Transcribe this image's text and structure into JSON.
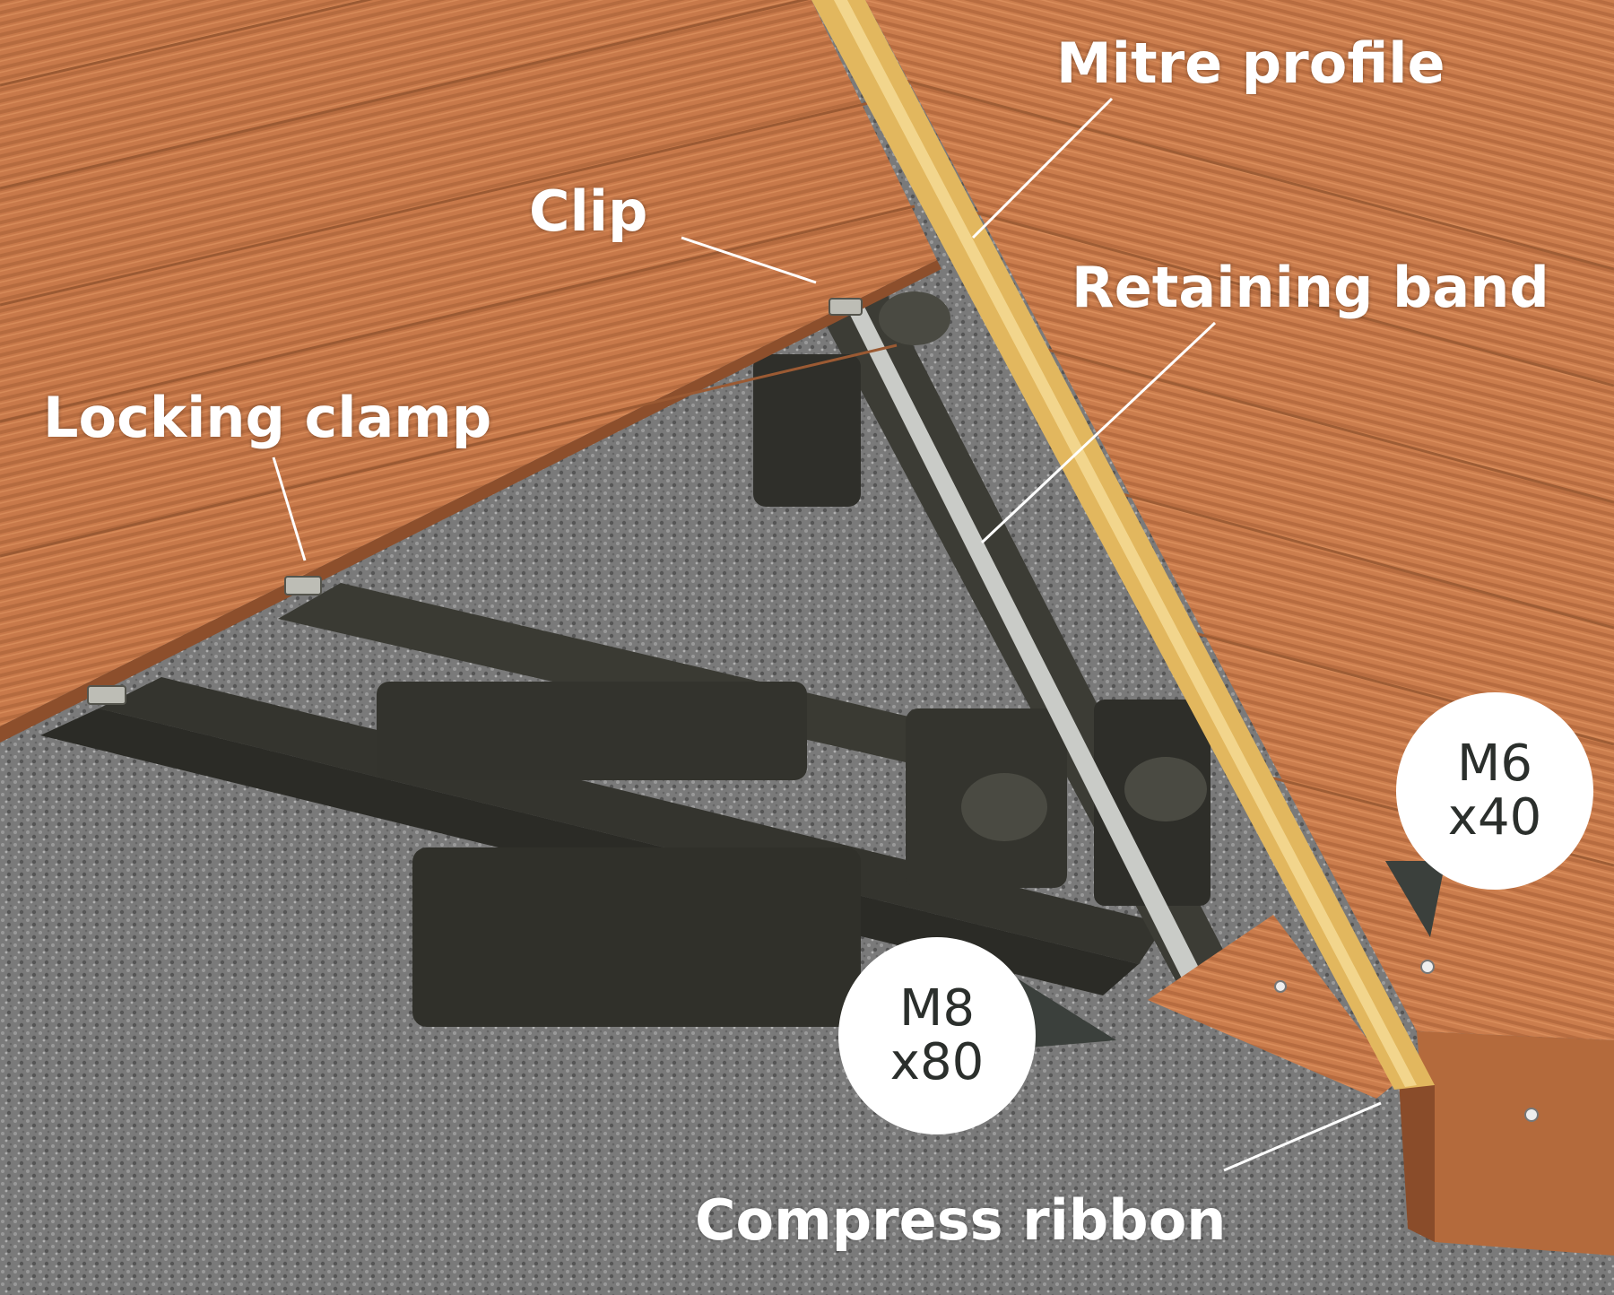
{
  "colors": {
    "gravel": "#777777",
    "board": "#c8794a",
    "board_dark": "#a65f36",
    "profile": "#e2b75e",
    "frame": "#3a3a33",
    "band": "#c9cbc7",
    "leader": "#ffffff",
    "badge_fill": "#ffffff",
    "badge_text": "#2b2f2c",
    "badge_tail": "#3b403c"
  },
  "labels": {
    "mitre_profile": "Mitre profile",
    "clip": "Clip",
    "retaining_band": "Retaining band",
    "locking_clamp": "Locking clamp",
    "compress_ribbon": "Compress ribbon"
  },
  "badges": {
    "m6": {
      "line1": "M6",
      "line2": "x40"
    },
    "m8": {
      "line1": "M8",
      "line2": "x80"
    }
  },
  "icons": [
    "screw-icon",
    "clip-icon",
    "locking-clamp-icon"
  ]
}
